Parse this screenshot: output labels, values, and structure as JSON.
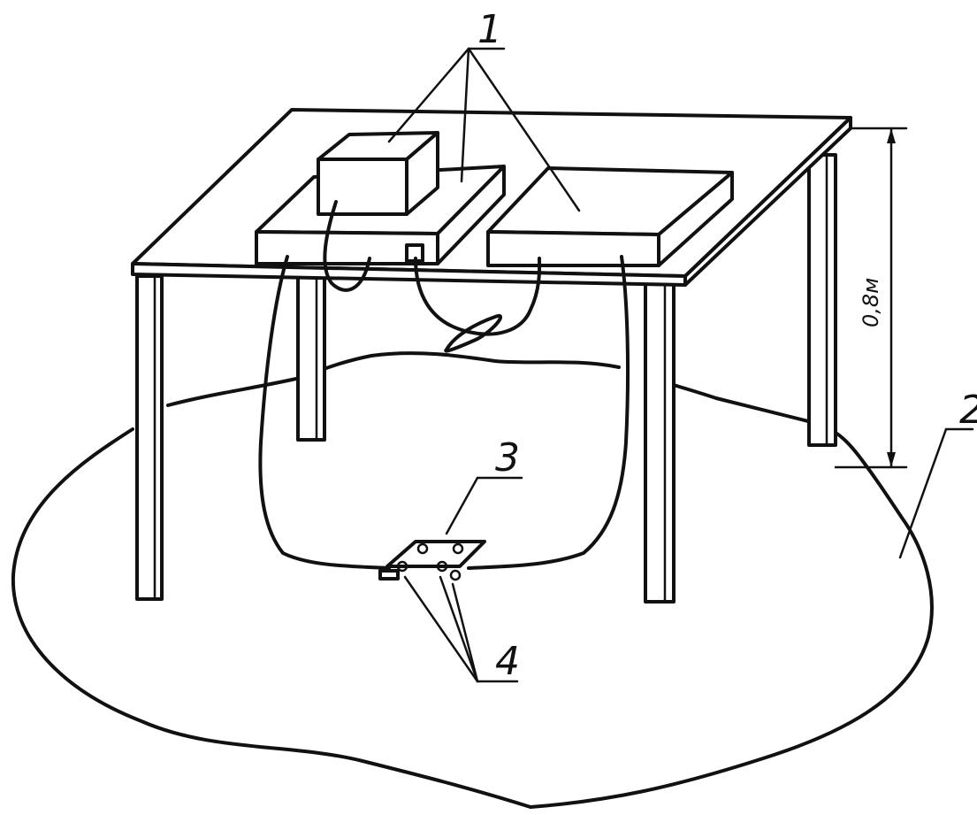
{
  "labels": {
    "equipment": "1",
    "ground_plane": "2",
    "terminal_board": "3",
    "terminals": "4",
    "height": "0,8м"
  }
}
